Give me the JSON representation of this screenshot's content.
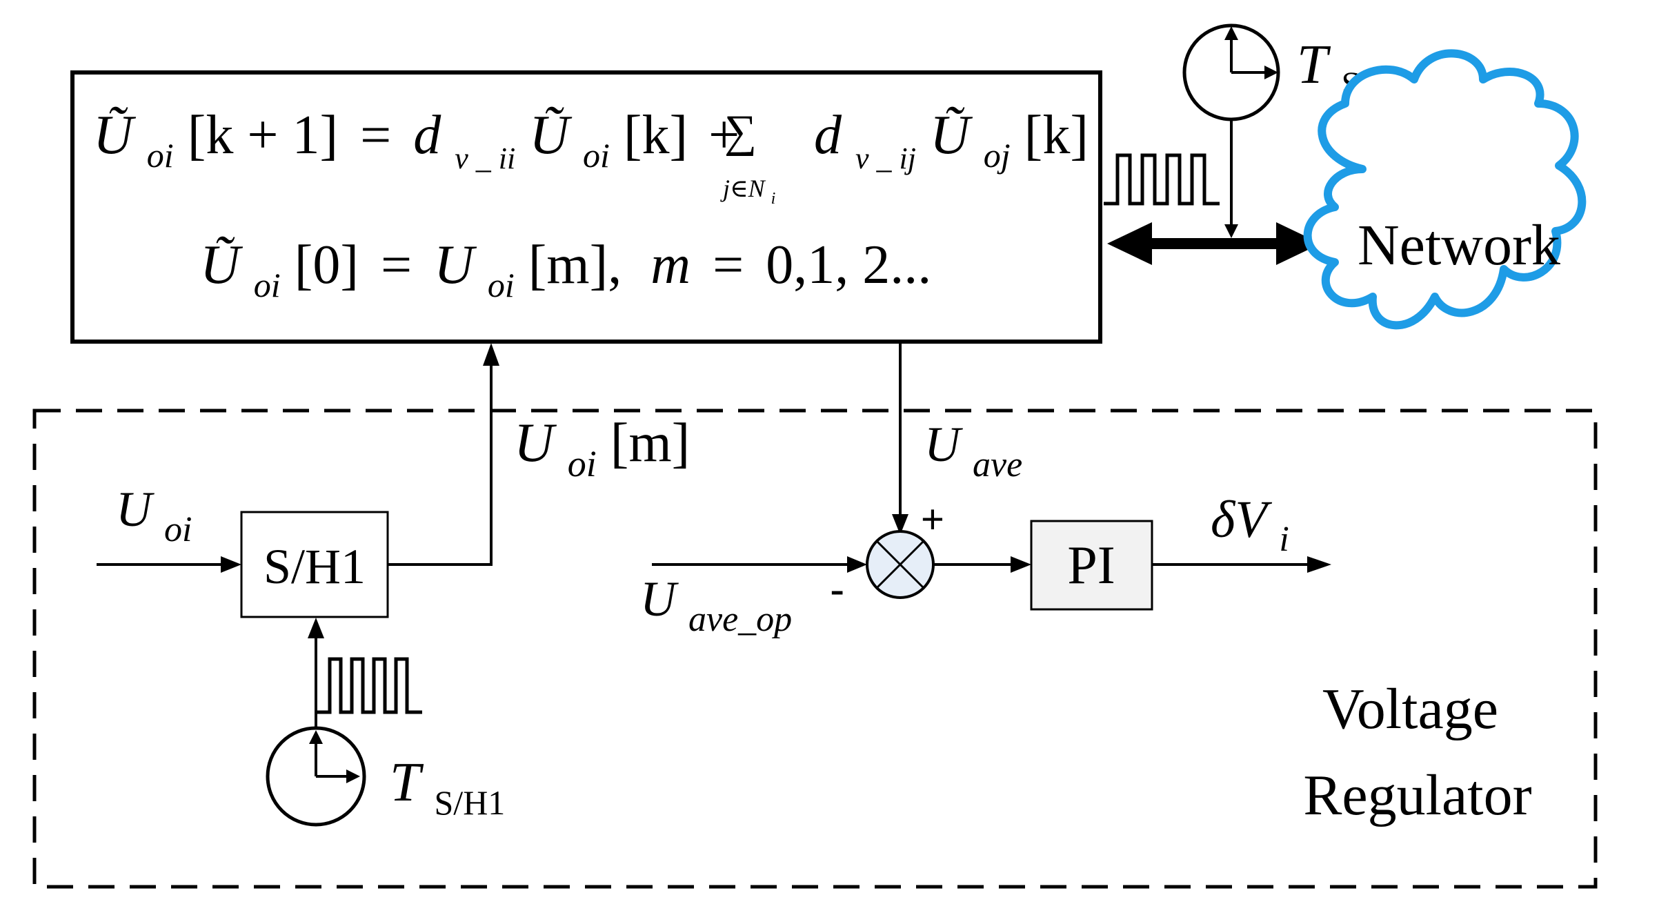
{
  "consensus_block": {
    "eq1": {
      "lhs_symbol": "Ũ",
      "lhs_sub": "oi",
      "lhs_index": "[k + 1]",
      "equals": "=",
      "coef1": "d",
      "coef1_sub": "v _ ii",
      "term1_symbol": "Ũ",
      "term1_sub": "oi",
      "term1_index": "[k]",
      "plus": "+",
      "sum": "∑",
      "sum_sub_main": "j∈N",
      "sum_sub_i": "i",
      "coef2": "d",
      "coef2_sub": "v _ ij",
      "term2_symbol": "Ũ",
      "term2_sub": "oj",
      "term2_index": "[k]"
    },
    "eq2": {
      "lhs_symbol": "Ũ",
      "lhs_sub": "oi",
      "lhs_index": "[0]",
      "equals": "=",
      "rhs_symbol": "U",
      "rhs_sub": "oi",
      "rhs_index": "[m],",
      "var": "m",
      "equals2": "=",
      "values": "0,1, 2..."
    }
  },
  "clock_top": {
    "symbol": "T",
    "sub": "S"
  },
  "clock_bottom": {
    "symbol": "T",
    "sub": "S/H1"
  },
  "network_label": "Network",
  "sh_block_label": "S/H1",
  "pi_block_label": "PI",
  "input_uoi": {
    "symbol": "U",
    "sub": "oi"
  },
  "sampled_uoi": {
    "symbol": "U",
    "sub": "oi",
    "index": "[m]"
  },
  "u_ave": {
    "symbol": "U",
    "sub": "ave"
  },
  "u_ave_op": {
    "symbol": "U",
    "sub": "ave_op"
  },
  "plus_sign": "+",
  "minus_sign": "-",
  "output": {
    "symbol": "δV",
    "sub": "i"
  },
  "region_label": {
    "line1": "Voltage",
    "line2": "Regulator"
  },
  "colors": {
    "cloud": "#1e9ce6",
    "block_fill": "#f2f2f2",
    "summer_fill": "#e6eef8"
  }
}
